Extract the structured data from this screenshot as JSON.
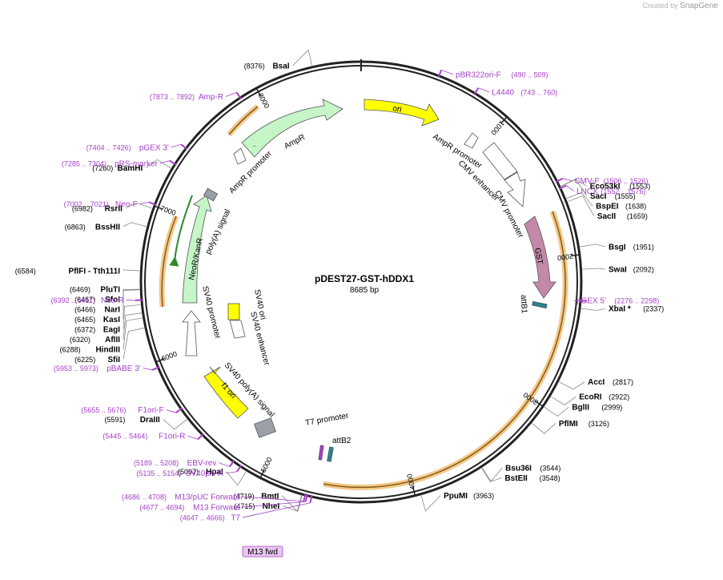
{
  "credit": {
    "prefix": "Created by",
    "brand": "SnapGene"
  },
  "plasmid": {
    "name": "pDEST27-GST-hDDX1",
    "length_label": "8685 bp",
    "length": 8685
  },
  "colors": {
    "backbone": "#222222",
    "feature_purple": "#a640c9",
    "amp_fill": "#c6f5c8",
    "ori_fill": "#ffff00",
    "gst_fill": "#c489aa",
    "orf_highlight": "#f2c98a",
    "grey_box": "#9aa0a6",
    "att_fill": "#2f7f8f"
  },
  "ticks": [
    {
      "pos": 1000,
      "label": "1000"
    },
    {
      "pos": 2000,
      "label": "2000"
    },
    {
      "pos": 3000,
      "label": "3000"
    },
    {
      "pos": 4000,
      "label": "4000"
    },
    {
      "pos": 5000,
      "label": "5000"
    },
    {
      "pos": 6000,
      "label": "6000"
    },
    {
      "pos": 7000,
      "label": "7000"
    },
    {
      "pos": 8000,
      "label": "8000"
    }
  ],
  "restriction_sites": [
    {
      "name": "BsaI",
      "pos": 8376,
      "pos_label": "(8376)",
      "side": "left"
    },
    {
      "name": "Eco53kI",
      "pos": 1553,
      "pos_label": "(1553)",
      "side": "right"
    },
    {
      "name": "SacI",
      "pos": 1555,
      "pos_label": "(1555)",
      "side": "right"
    },
    {
      "name": "BspEI",
      "pos": 1638,
      "pos_label": "(1638)",
      "side": "right"
    },
    {
      "name": "SacII",
      "pos": 1659,
      "pos_label": "(1659)",
      "side": "right"
    },
    {
      "name": "BsgI",
      "pos": 1951,
      "pos_label": "(1951)",
      "side": "right"
    },
    {
      "name": "SwaI",
      "pos": 2092,
      "pos_label": "(2092)",
      "side": "right"
    },
    {
      "name": "XbaI *",
      "pos": 2337,
      "pos_label": "(2337)",
      "side": "right"
    },
    {
      "name": "AccI",
      "pos": 2817,
      "pos_label": "(2817)",
      "side": "right"
    },
    {
      "name": "EcoRI",
      "pos": 2922,
      "pos_label": "(2922)",
      "side": "right"
    },
    {
      "name": "BglII",
      "pos": 2999,
      "pos_label": "(2999)",
      "side": "right"
    },
    {
      "name": "PflMI",
      "pos": 3126,
      "pos_label": "(3126)",
      "side": "right"
    },
    {
      "name": "Bsu36I",
      "pos": 3544,
      "pos_label": "(3544)",
      "side": "right"
    },
    {
      "name": "BstEII",
      "pos": 3548,
      "pos_label": "(3548)",
      "side": "left"
    },
    {
      "name": "PpuMI",
      "pos": 3963,
      "pos_label": "(3963)",
      "side": "left"
    },
    {
      "name": "NheI",
      "pos": 4715,
      "pos_label": "(4715)",
      "side": "left"
    },
    {
      "name": "BmtI",
      "pos": 4719,
      "pos_label": "(4719)",
      "side": "left"
    },
    {
      "name": "HpaI",
      "pos": 5097,
      "pos_label": "(5097)",
      "side": "left"
    },
    {
      "name": "DraIII",
      "pos": 5591,
      "pos_label": "(5591)",
      "side": "left"
    },
    {
      "name": "SfiI",
      "pos": 6225,
      "pos_label": "(6225)",
      "side": "left"
    },
    {
      "name": "HindIII",
      "pos": 6288,
      "pos_label": "(6288)",
      "side": "left"
    },
    {
      "name": "AflII",
      "pos": 6320,
      "pos_label": "(6320)",
      "side": "left"
    },
    {
      "name": "EagI",
      "pos": 6372,
      "pos_label": "(6372)",
      "side": "left"
    },
    {
      "name": "KasI",
      "pos": 6465,
      "pos_label": "(6465)",
      "side": "left"
    },
    {
      "name": "NarI",
      "pos": 6466,
      "pos_label": "(6466)",
      "side": "left"
    },
    {
      "name": "SfoI",
      "pos": 6467,
      "pos_label": "(6467)",
      "side": "left"
    },
    {
      "name": "PluTI",
      "pos": 6469,
      "pos_label": "(6469)",
      "side": "left"
    },
    {
      "name": "PflFI  - Tth111I",
      "pos": 6584,
      "pos_label": "(6584)",
      "side": "left"
    },
    {
      "name": "BssHII",
      "pos": 6863,
      "pos_label": "(6863)",
      "side": "left"
    },
    {
      "name": "RsrII",
      "pos": 6982,
      "pos_label": "(6982)",
      "side": "left"
    },
    {
      "name": "BamHI",
      "pos": 7260,
      "pos_label": "(7260)",
      "side": "left"
    }
  ],
  "primers": [
    {
      "name": "pBR322ori-F",
      "range": "(490 .. 509)",
      "pos": 500,
      "side": "right"
    },
    {
      "name": "L4440",
      "range": "(743 .. 760)",
      "pos": 751,
      "side": "right"
    },
    {
      "name": "CMV-F",
      "range": "(1506 .. 1526)",
      "pos": 1516,
      "side": "right"
    },
    {
      "name": "LNCX",
      "range": "(1552 .. 1576)",
      "pos": 1564,
      "side": "right"
    },
    {
      "name": "pGEX 5'",
      "range": "(2276 .. 2298)",
      "pos": 2287,
      "side": "right"
    },
    {
      "name": "T7",
      "range": "(4647 .. 4666)",
      "pos": 4656,
      "side": "left"
    },
    {
      "name": "M13 Forward",
      "range": "(4677 .. 4694)",
      "pos": 4685,
      "side": "left"
    },
    {
      "name": "M13/pUC Forward",
      "range": "(4686 .. 4708)",
      "pos": 4697,
      "side": "left"
    },
    {
      "name": "SV40pA-R",
      "range": "(5135 .. 5154)",
      "pos": 5144,
      "side": "left"
    },
    {
      "name": "EBV-rev",
      "range": "(5189 .. 5208)",
      "pos": 5198,
      "side": "left"
    },
    {
      "name": "F1ori-R",
      "range": "(5445 .. 5464)",
      "pos": 5454,
      "side": "left"
    },
    {
      "name": "F1ori-F",
      "range": "(5655 .. 5676)",
      "pos": 5665,
      "side": "left"
    },
    {
      "name": "pBABE 3'",
      "range": "(5953 .. 5973)",
      "pos": 5963,
      "side": "left"
    },
    {
      "name": "Neo-R",
      "range": "(6392 .. 6411)",
      "pos": 6401,
      "side": "left"
    },
    {
      "name": "Neo-F",
      "range": "(7002 .. 7021)",
      "pos": 7011,
      "side": "left"
    },
    {
      "name": "pRS-marker",
      "range": "(7285 .. 7304)",
      "pos": 7294,
      "side": "left"
    },
    {
      "name": "pGEX 3'",
      "range": "(7404 .. 7426)",
      "pos": 7415,
      "side": "left"
    },
    {
      "name": "Amp-R",
      "range": "(7873 .. 7892)",
      "pos": 7882,
      "side": "left"
    }
  ],
  "features": [
    {
      "name": "ori",
      "type": "ori"
    },
    {
      "name": "AmpR promoter",
      "type": "promoter"
    },
    {
      "name": "CMV enhancer",
      "type": "enhancer"
    },
    {
      "name": "CMV promoter",
      "type": "promoter"
    },
    {
      "name": "GST",
      "type": "cds"
    },
    {
      "name": "attB1",
      "type": "att"
    },
    {
      "name": "T7 promoter",
      "type": "promoter"
    },
    {
      "name": "attB2",
      "type": "att"
    },
    {
      "name": "SV40 poly(A) signal",
      "type": "polyA"
    },
    {
      "name": "f1 ori",
      "type": "ori"
    },
    {
      "name": "SV40 ori",
      "type": "ori"
    },
    {
      "name": "SV40 enhancer",
      "type": "enhancer"
    },
    {
      "name": "SV40 promoter",
      "type": "promoter"
    },
    {
      "name": "NeoR/KanR",
      "type": "cds"
    },
    {
      "name": "poly(A) signal",
      "type": "polyA"
    },
    {
      "name": "AmpR promoter",
      "type": "promoter"
    },
    {
      "name": "AmpR",
      "type": "cds"
    }
  ],
  "m13_badge": "M13 fwd"
}
